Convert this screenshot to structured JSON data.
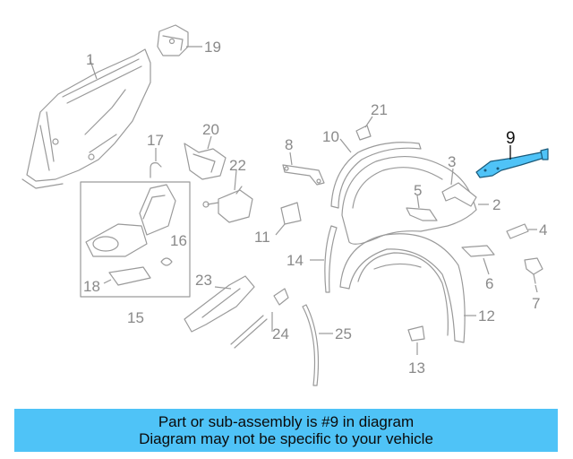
{
  "highlight_part": "9",
  "colors": {
    "highlight": "#4fc3f7",
    "line": "#9a9a9a",
    "label": "#8a8a8a"
  },
  "callouts": [
    "1",
    "2",
    "3",
    "4",
    "5",
    "6",
    "7",
    "8",
    "9",
    "10",
    "11",
    "12",
    "13",
    "14",
    "15",
    "16",
    "17",
    "18",
    "19",
    "20",
    "21",
    "22",
    "23",
    "24",
    "25"
  ],
  "banner": {
    "line1": "Part or sub-assembly is #9 in diagram",
    "line2": "Diagram may not be specific to your vehicle"
  }
}
